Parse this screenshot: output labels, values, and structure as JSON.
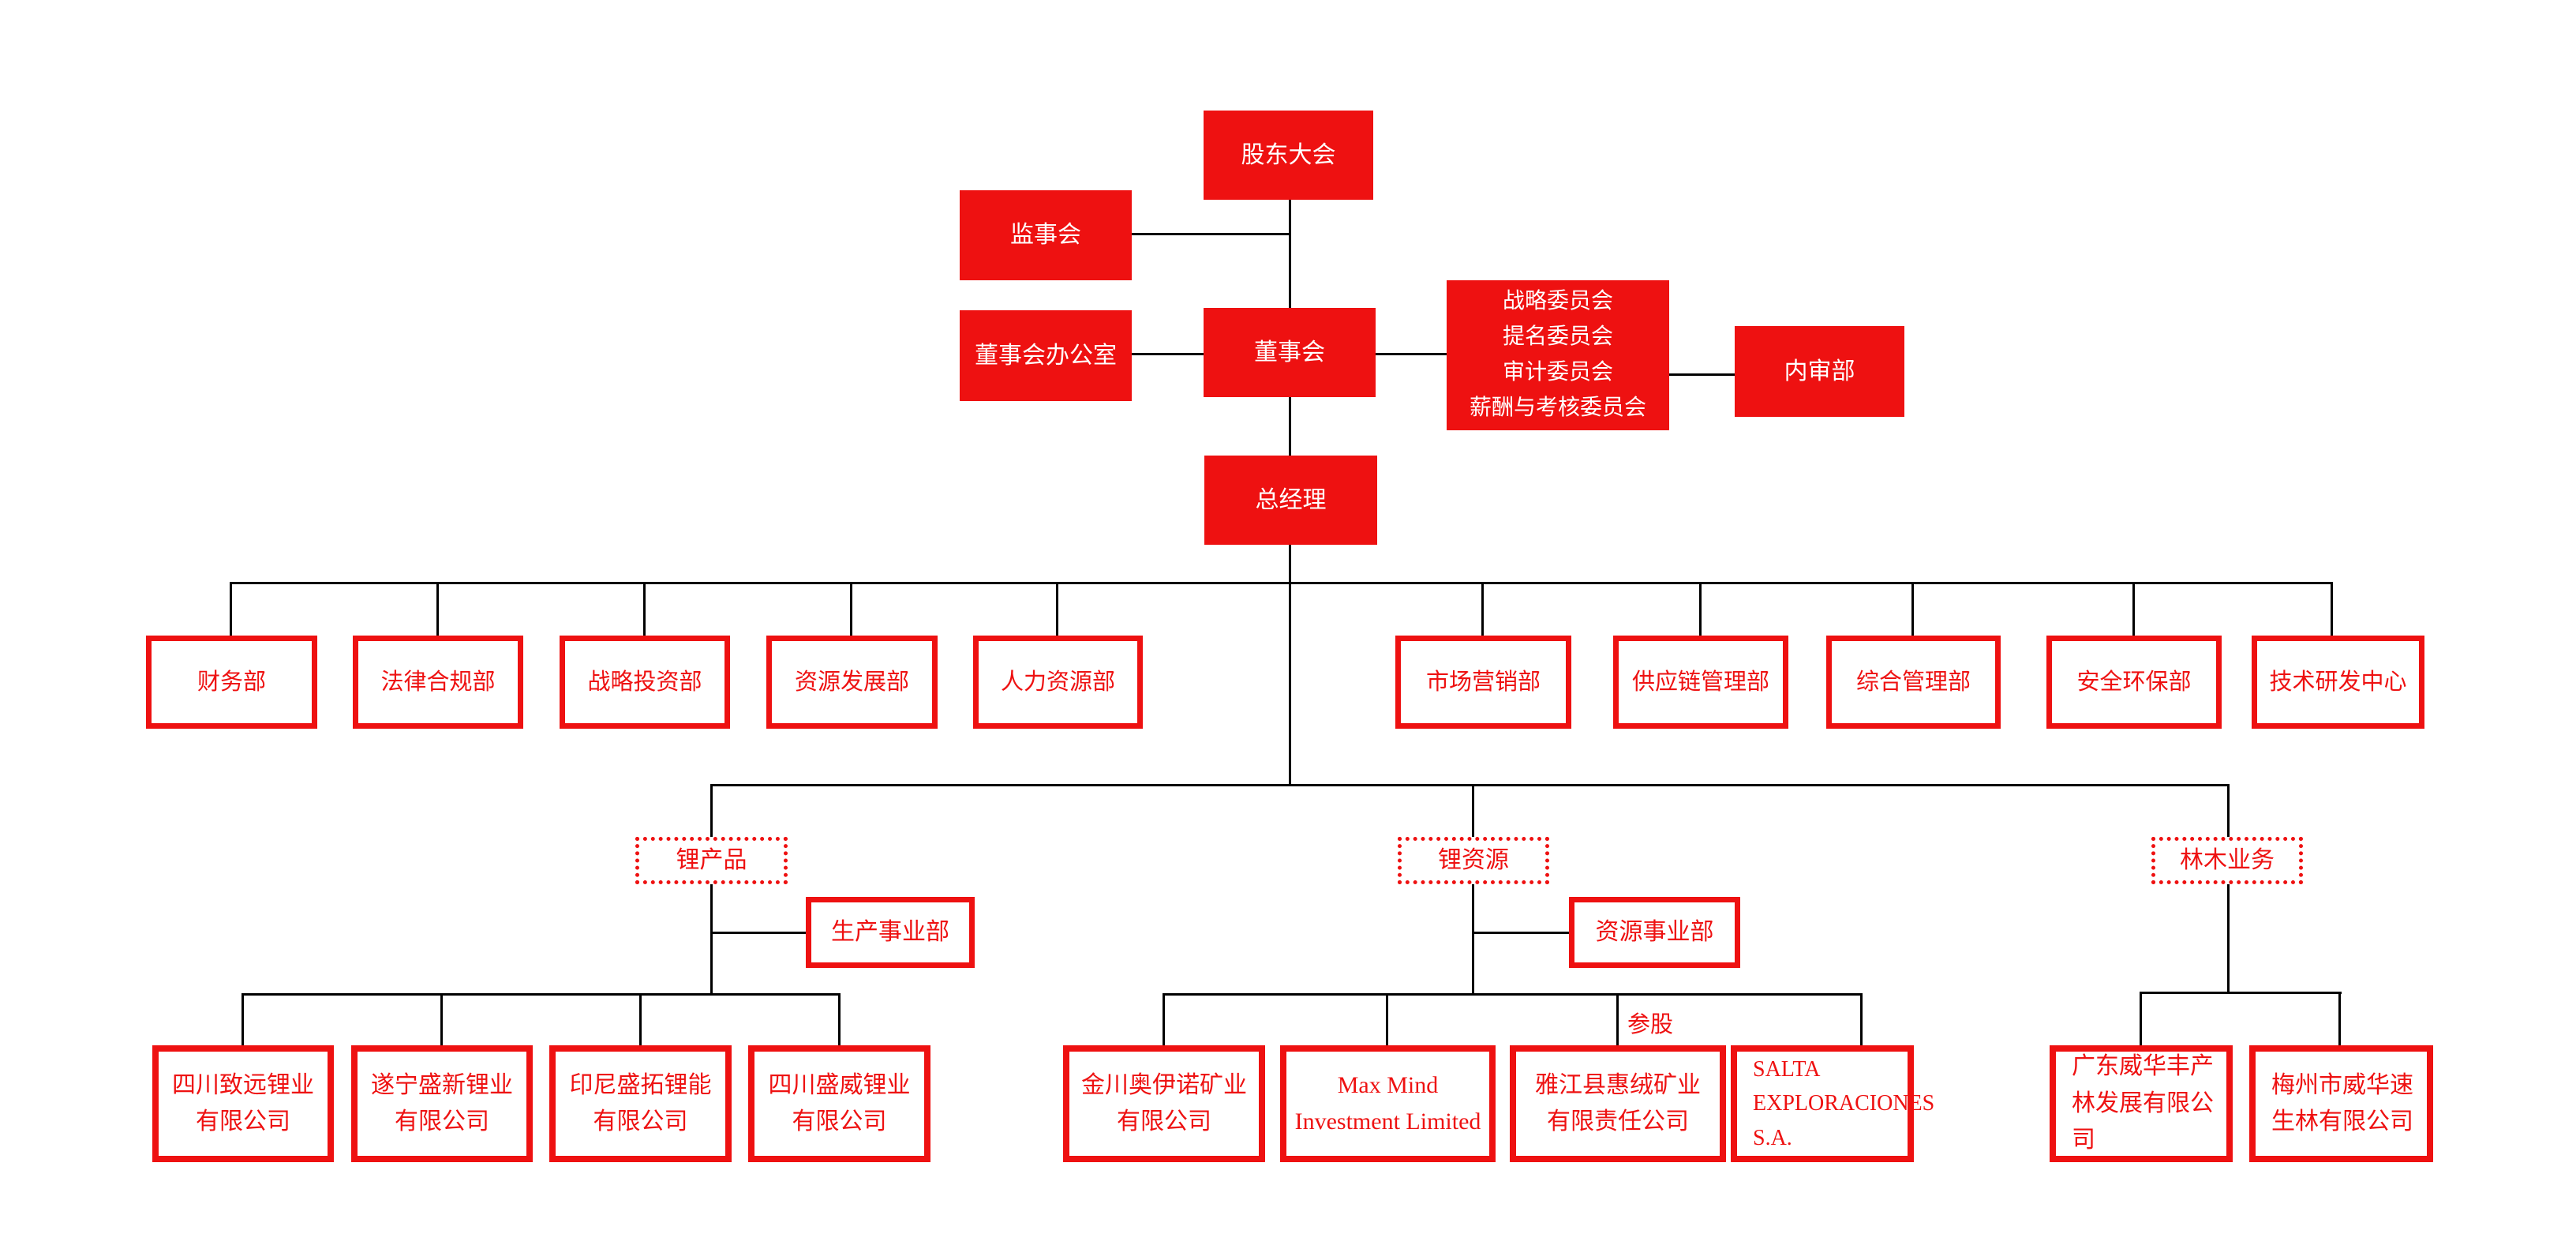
{
  "palette": {
    "red": "#ee1111",
    "line": "#000000",
    "bg": "#ffffff"
  },
  "nodes": {
    "shareholders": "股东大会",
    "supervisory_board": "监事会",
    "board_office": "董事会办公室",
    "board": "董事会",
    "committees": [
      "战略委员会",
      "提名委员会",
      "审计委员会",
      "薪酬与考核委员会"
    ],
    "internal_audit": "内审部",
    "general_manager": "总经理"
  },
  "departments": [
    "财务部",
    "法律合规部",
    "战略投资部",
    "资源发展部",
    "人力资源部",
    "市场营销部",
    "供应链管理部",
    "综合管理部",
    "安全环保部",
    "技术研发中心"
  ],
  "groups": {
    "lithium_products": {
      "label": "锂产品",
      "division": "生产事业部",
      "subsidiaries": [
        "四川致远锂业有限公司",
        "遂宁盛新锂业有限公司",
        "印尼盛拓锂能有限公司",
        "四川盛威锂业有限公司"
      ]
    },
    "lithium_resources": {
      "label": "锂资源",
      "division": "资源事业部",
      "equity_note": "参股",
      "subsidiaries": [
        "金川奥伊诺矿业有限公司",
        "Max Mind Investment Limited",
        "雅江县惠绒矿业有限责任公司",
        "SALTA EXPLORACIONES S.A."
      ]
    },
    "forestry": {
      "label": "林木业务",
      "subsidiaries": [
        "广东威华丰产林发展有限公司",
        "梅州市威华速生林有限公司"
      ]
    }
  }
}
